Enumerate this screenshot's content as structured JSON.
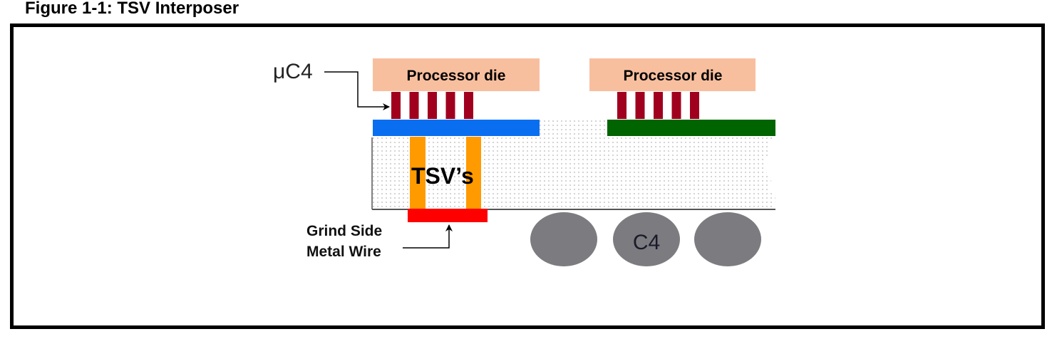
{
  "figure": {
    "title": "Figure 1-1: TSV Interposer"
  },
  "diagram": {
    "dies": [
      {
        "label": "Processor die",
        "color": "#f8bf9f",
        "bump_count": 5,
        "interposer_metal_color": "#0a6ef0"
      },
      {
        "label": "Processor die",
        "color": "#f8bf9f",
        "bump_count": 5,
        "interposer_metal_color": "#006400"
      }
    ],
    "micro_bump_color": "#a0001e",
    "interposer_fill": "#f2f2f2",
    "tsv_label": "TSV’s",
    "tsv_color": "#ff9a00",
    "grind_side_wire_color": "#ff0000",
    "c4_color": "#7b7b80",
    "c4_count": 3,
    "labels": {
      "micro_c4": "μC4",
      "grind_side_line1": "Grind Side",
      "grind_side_line2": "Metal Wire",
      "c4": "C4"
    }
  }
}
